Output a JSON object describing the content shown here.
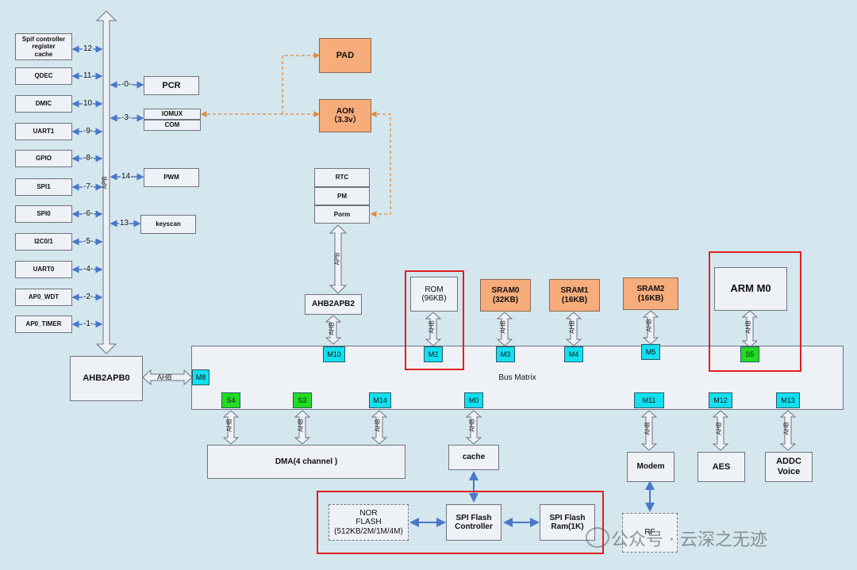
{
  "apb_bus": {
    "label": "APB"
  },
  "left_peripherals": [
    {
      "label": "Spif controller register\ncache",
      "num": "12"
    },
    {
      "label": "QDEC",
      "num": "11"
    },
    {
      "label": "DMIC",
      "num": "10"
    },
    {
      "label": "UART1",
      "num": "-9-"
    },
    {
      "label": "GPIO",
      "num": "-8-"
    },
    {
      "label": "SPI1",
      "num": "-7-"
    },
    {
      "label": "SPI0",
      "num": "-6-"
    },
    {
      "label": "I2C0/1",
      "num": "-5-"
    },
    {
      "label": "UART0",
      "num": "-4-"
    },
    {
      "label": "AP0_WDT",
      "num": "-2-"
    },
    {
      "label": "AP0_TIMER",
      "num": "-1-"
    }
  ],
  "right_peripherals": {
    "pcr": {
      "label": "PCR",
      "num": "-0-"
    },
    "iomux": {
      "label": "IOMUX",
      "num": "-3-"
    },
    "com": {
      "label": "COM"
    },
    "pwm": {
      "label": "PWM",
      "num": "14"
    },
    "keyscan": {
      "label": "keyscan",
      "num": "13"
    }
  },
  "aon_group": {
    "pad": "PAD",
    "aon": "AON\n（3.3v）",
    "rtc": "RTC",
    "pm": "PM",
    "porm": "Porm"
  },
  "bridges": {
    "ahb2apb2": "AHB2APB2",
    "ahb2apb0": "AHB2APB0",
    "apb_label": "APB",
    "ahb_label": "AHB"
  },
  "memories": {
    "rom": "ROM\n(96KB)",
    "sram0": "SRAM0\n(32KB)",
    "sram1": "SRAM1\n(16KB)",
    "sram2": "SRAM2\n(16KB)",
    "arm": "ARM M0"
  },
  "bus_matrix": {
    "label": "Bus Matrix",
    "top_ports": [
      "M10",
      "M2",
      "M3",
      "M4",
      "M5",
      "S5"
    ],
    "left_port": "M8",
    "bottom_ports": [
      "S4",
      "S3",
      "M14",
      "M0",
      "M11",
      "M12",
      "M13"
    ]
  },
  "bottom_blocks": {
    "dma": "DMA(4 channel )",
    "cache": "cache",
    "modem": "Modem",
    "aes": "AES",
    "addc": "ADDC\nVoice",
    "rf": "RF"
  },
  "flash_group": {
    "nor": "NOR\nFLASH\n(512KB/2M/1M/4M)",
    "ctrl": "SPI Flash\nController",
    "ram": "SPI Flash\nRam(1K)"
  },
  "watermark": {
    "text": "公众号 · 云深之无迹"
  },
  "colors": {
    "background": "#d4e6ee",
    "box": "#eef1f6",
    "orange": "#f6ac7b",
    "port_cyan": "#12e0f0",
    "port_green": "#22dc22",
    "arrow_blue": "#4a78c8",
    "arrow_orange": "#e08a3a",
    "highlight_red": "#e02020"
  }
}
